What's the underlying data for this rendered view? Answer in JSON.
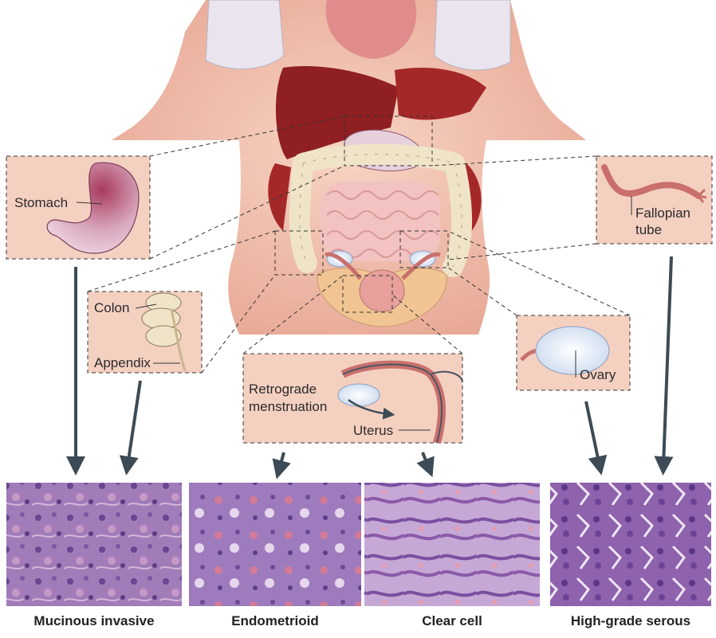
{
  "callouts": {
    "stomach": "Stomach",
    "colon": "Colon",
    "appendix": "Appendix",
    "retrograde_1": "Retrograde",
    "retrograde_2": "menstruation",
    "uterus": "Uterus",
    "fallopian_1": "Fallopian",
    "fallopian_2": "tube",
    "ovary": "Ovary"
  },
  "histology": [
    {
      "label": "Mucinous invasive"
    },
    {
      "label": "Endometrioid"
    },
    {
      "label": "Clear cell"
    },
    {
      "label": "High-grade serous"
    }
  ],
  "colors": {
    "skin": "#f3c6b2",
    "liver": "#8f1f22",
    "arrow": "#3c4b55",
    "inset_bg": "#f4d0c1",
    "histology_bg": "#b894c8"
  }
}
